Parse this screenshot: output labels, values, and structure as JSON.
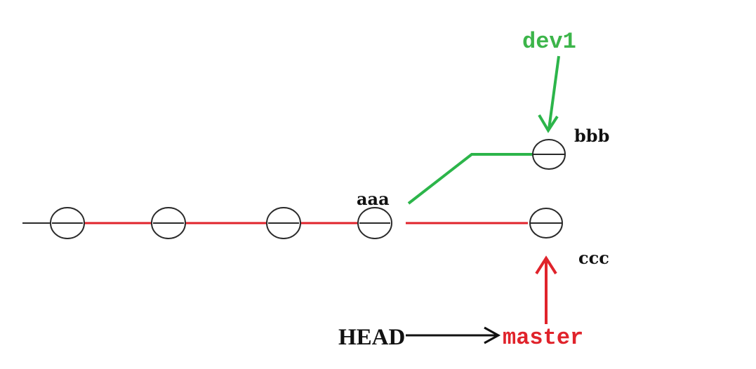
{
  "colors": {
    "main_line": "#e0232b",
    "branch_line": "#2cb54a",
    "node_stroke": "#2a2a2a",
    "text_dark": "#111111",
    "master_text": "#e0232b",
    "dev1_text": "#3cb54a"
  },
  "commits": {
    "aaa": "aaa",
    "bbb": "bbb",
    "ccc": "ccc"
  },
  "refs": {
    "head": "HEAD",
    "master": "master",
    "dev1": "dev1"
  }
}
